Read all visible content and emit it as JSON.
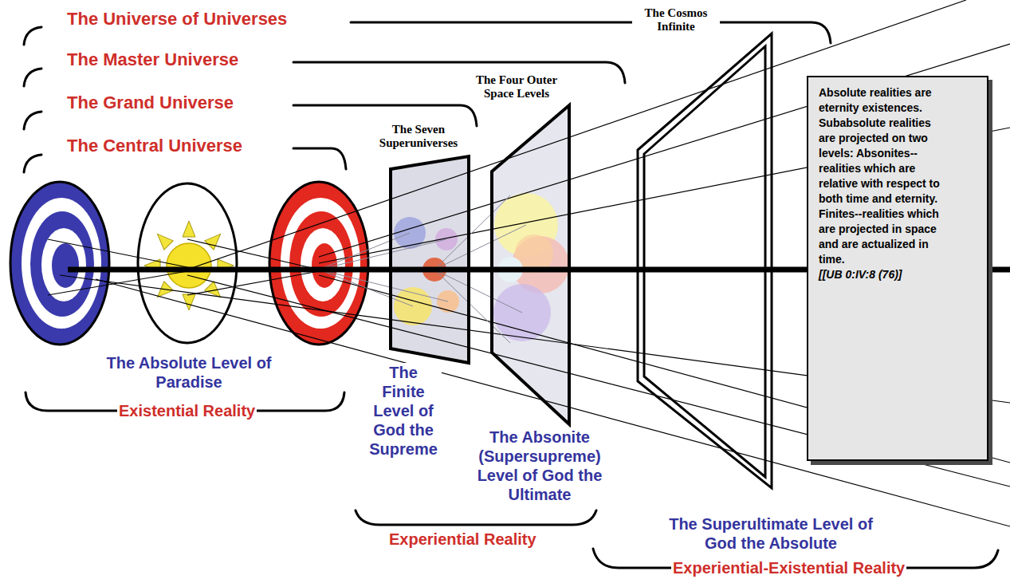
{
  "diagram": {
    "nodes": [
      {
        "text": [
          "The Seven Superuniverses"
        ]
      },
      {
        "text": [
          "The Four Outer Space Levels"
        ]
      },
      {
        "text": [
          "The Cosmos Infinite"
        ]
      },
      {
        "text": [
          "Absolute realities are eternity existences. Subabsolute realities are projected on two levels: Absonites--realities which are relative with respect to both time and eternity. Finites--realities which are projected in space and are actualized in time.",
          "[[UB 0:IV:8 (76)]"
        ]
      }
    ],
    "labels": [
      "The Universe of Universes",
      "The Master Universe",
      "The Grand Universe",
      "The Central Universe",
      "The Absolute Level of Paradise",
      "Existential Reality",
      "The Finite Level of God the Supreme",
      "The Absonite (Supersupreme) Level of God the Ultimate",
      "Experiential Reality",
      "The Superultimate Level of God the Absolute",
      "Experiential-Existential Reality"
    ]
  }
}
